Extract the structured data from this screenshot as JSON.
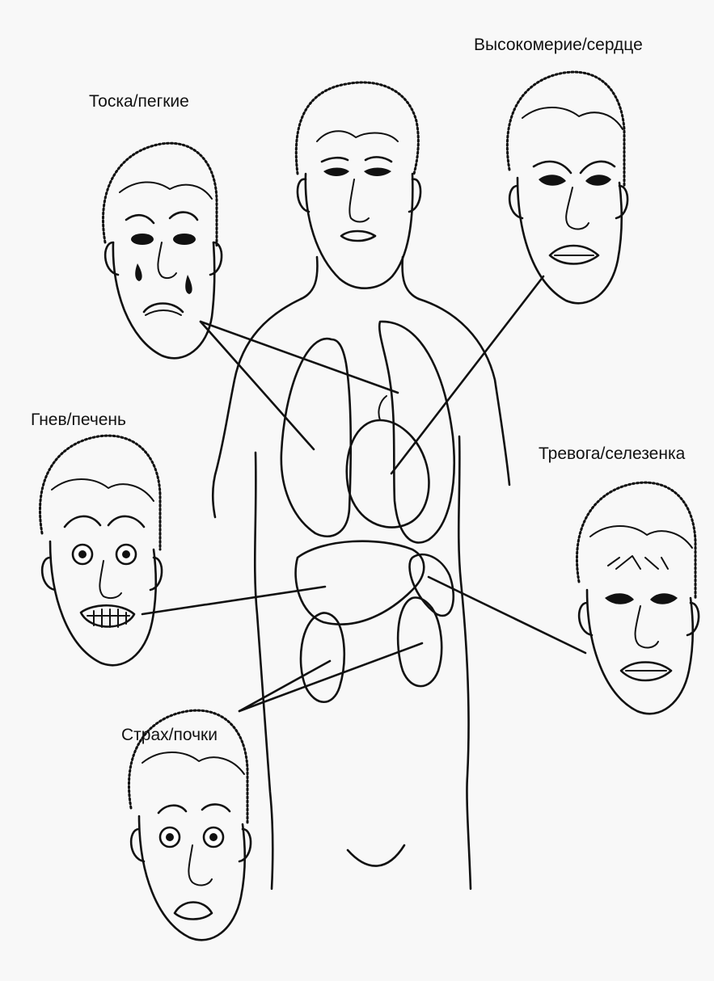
{
  "labels": {
    "grief_lungs": "Тоска/пегкие",
    "arrogance_heart": "Высокомерие/сердце",
    "anger_liver": "Гнев/печень",
    "anxiety_spleen": "Тревога/селезенка",
    "fear_kidneys": "Страх/почки"
  }
}
